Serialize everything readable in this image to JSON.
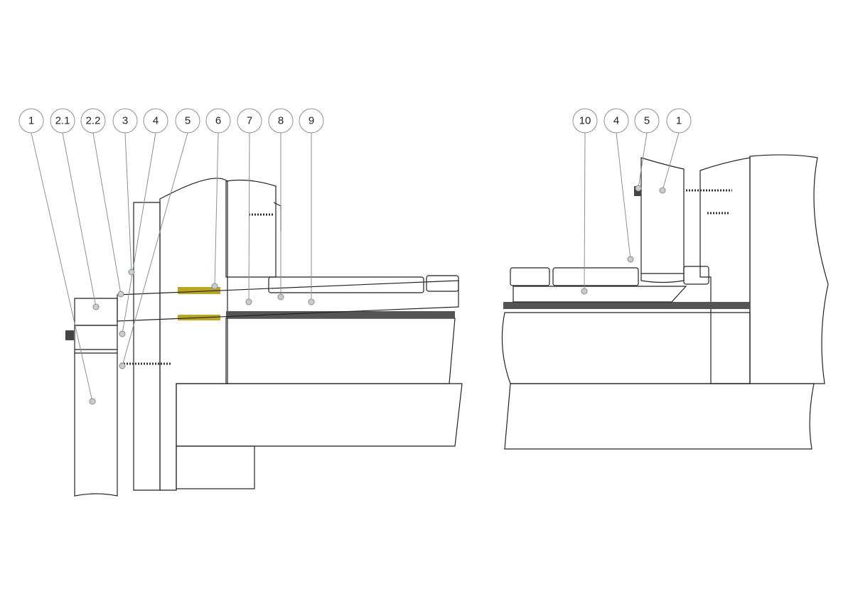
{
  "left_detail": {
    "callouts": [
      "1",
      "2.1",
      "2.2",
      "3",
      "4",
      "5",
      "6",
      "7",
      "8",
      "9"
    ]
  },
  "right_detail": {
    "callouts": [
      "10",
      "4",
      "5",
      "1"
    ]
  },
  "colors": {
    "concrete": "#e9e7e3",
    "wall": "#a3a3a3",
    "insulation": "#ffffff",
    "pipe": "#eeeeee",
    "paver": "#cfcfcf",
    "sealant": "#b9a622",
    "callout_stroke": "#8a8f96"
  }
}
